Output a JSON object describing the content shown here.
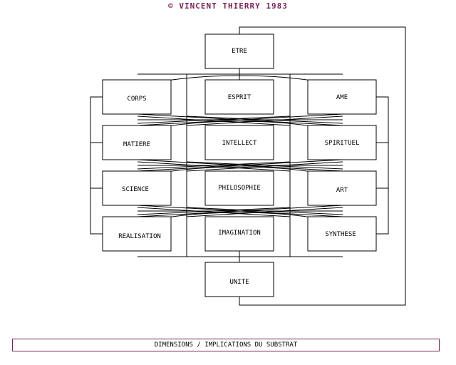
{
  "header": {
    "copyright_text": "© VINCENT THIERRY 1983"
  },
  "colors": {
    "title": "#7a1f55",
    "lines": "#000000",
    "caption_border": "#7a1f55"
  },
  "nodes": {
    "etre": "ETRE",
    "corps": "CORPS",
    "esprit": "ESPRIT",
    "ame": "AME",
    "matiere": "MATIERE",
    "intellect": "INTELLECT",
    "spirituel": "SPIRITUEL",
    "science": "SCIENCE",
    "philosophie": "PHILOSOPHIE",
    "art": "ART",
    "realisation": "REALISATION",
    "imagination": "IMAGINATION",
    "synthese": "SYNTHESE",
    "unite": "UNITE"
  },
  "caption": {
    "text": "DIMENSIONS / IMPLICATIONS DU SUBSTRAT"
  }
}
